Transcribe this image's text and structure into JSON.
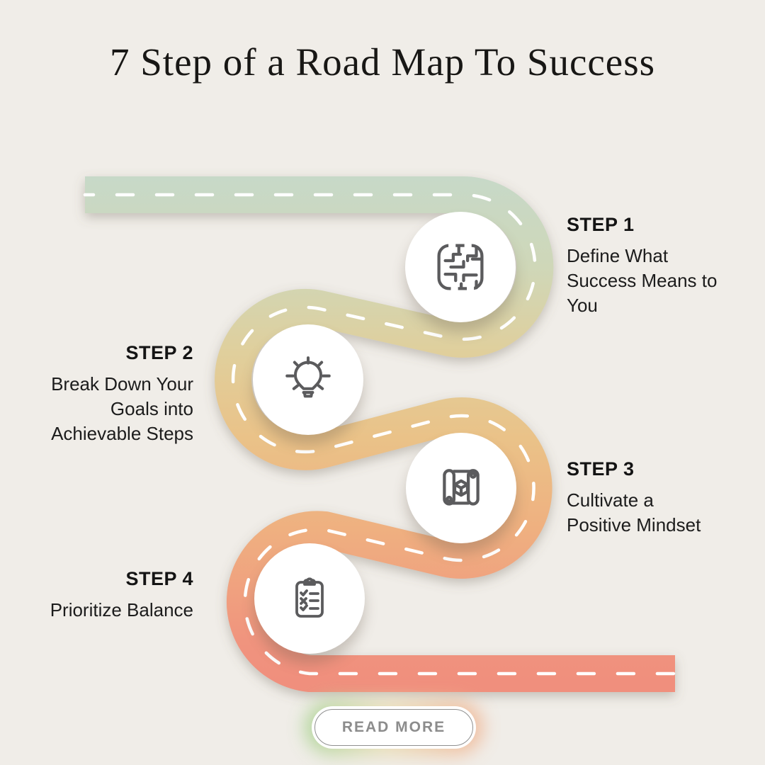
{
  "page": {
    "title": "7 Step of a Road Map To Success",
    "background_color": "#F0EDE8",
    "text_color": "#1c1c1c"
  },
  "road": {
    "line_color": "#FFFFFF",
    "gradient": [
      "#C7D9C8",
      "#CFD7B8",
      "#E0CF9C",
      "#EAC288",
      "#EFB080",
      "#F0947E",
      "#F08F7D"
    ]
  },
  "steps": [
    {
      "label": "STEP 1",
      "description": "Define What Success Means to You",
      "icon": "maze-icon",
      "side": "right"
    },
    {
      "label": "STEP 2",
      "description": "Break Down Your Goals into Achievable Steps",
      "icon": "lightbulb-icon",
      "side": "left"
    },
    {
      "label": "STEP 3",
      "description": "Cultivate a Positive Mindset",
      "icon": "scroll-map-icon",
      "side": "right"
    },
    {
      "label": "STEP 4",
      "description": "Prioritize Balance",
      "icon": "checklist-clipboard-icon",
      "side": "left"
    }
  ],
  "button": {
    "label": "READ MORE"
  }
}
